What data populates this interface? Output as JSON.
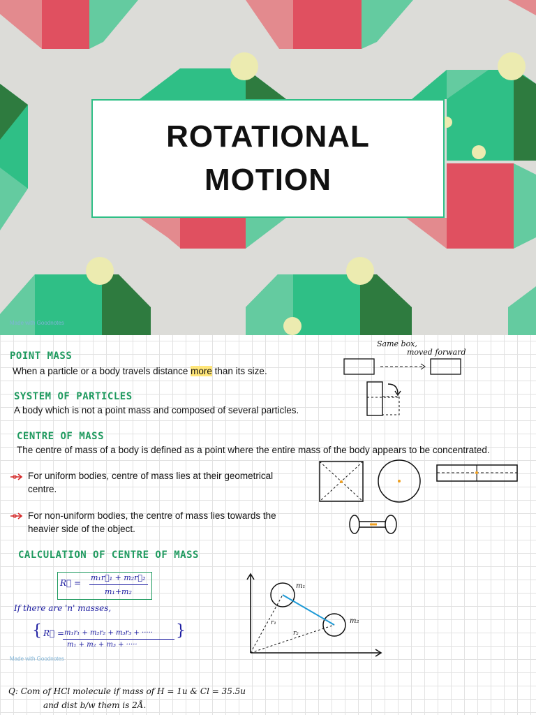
{
  "cover": {
    "title_line1": "ROTATIONAL",
    "title_line2": "MOTION",
    "watermark": "Made with Goodnotes",
    "colors": {
      "background": "#dcdcd8",
      "green": "#2fbf86",
      "light_green": "#64cba0",
      "dark_green": "#2e7b3f",
      "red": "#e05060",
      "pink": "#e38a8e",
      "yellow": "#ecebb0"
    }
  },
  "notes": {
    "point_mass": {
      "heading": "POINT MASS",
      "text_before": "When a particle or a body travels distance ",
      "highlight": "more",
      "text_after": " than its size."
    },
    "annotation_line1": "Same box,",
    "annotation_line2": "moved forward",
    "system_of_particles": {
      "heading": "SYSTEM OF PARTICLES",
      "text": "A body which is not a point mass and composed of several particles."
    },
    "centre_of_mass": {
      "heading": "CENTRE OF MASS",
      "text": "The centre of mass of a body is defined as a point where the entire mass of the body appears to be concentrated.",
      "bullet1": "For uniform bodies, centre of mass lies at their geometrical centre.",
      "bullet2": "For non-uniform bodies, the centre of mass lies towards the heavier side of the object."
    },
    "calculation": {
      "heading": "CALCULATION OF CENTRE OF MASS",
      "formula_lhs": "R⃗ =",
      "formula_num": "m₁r⃗₁ + m₂r⃗₂",
      "formula_den": "m₁+m₂",
      "n_masses_line": "If there are 'n' masses,",
      "general_num": "m₁r₁ + m₂r₂ + m₃r₃ + ·····",
      "general_den": "m₁ + m₂ + m₃ + ·····",
      "label_m1": "m₁",
      "label_m2": "m₂",
      "label_r1": "r₁",
      "label_r2": "r₂"
    },
    "question_line1": "Q: Com of HCl molecule if mass of H = 1u & Cl = 35.5u",
    "question_line2": "and dist b/w them is 2Å.",
    "watermark": "Made with Goodnotes"
  }
}
